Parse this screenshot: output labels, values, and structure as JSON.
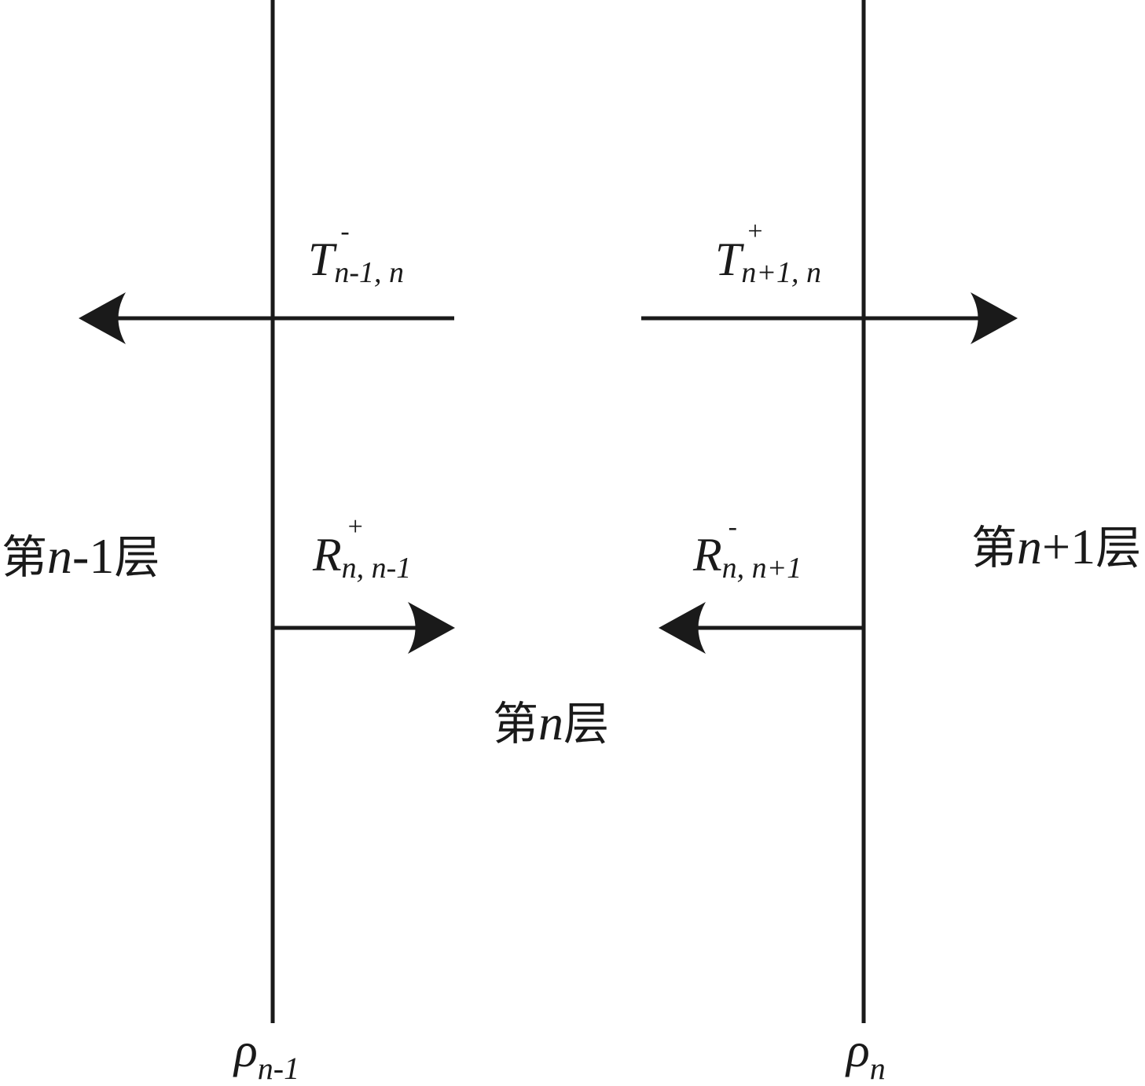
{
  "diagram": {
    "boundaries": {
      "left": {
        "symbol": "ρ",
        "subscript": "n-1"
      },
      "right": {
        "symbol": "ρ",
        "subscript": "n"
      }
    },
    "layers": {
      "left": {
        "prefix": "第",
        "var": "n",
        "suffix": "-1",
        "unit": "层"
      },
      "center": {
        "prefix": "第",
        "var": "n",
        "suffix": "",
        "unit": "层"
      },
      "right": {
        "prefix": "第",
        "var": "n",
        "suffix": "+1",
        "unit": "层"
      }
    },
    "coefficients": {
      "t_left": {
        "symbol": "T",
        "sup": "-",
        "sub": "n-1, n"
      },
      "t_right": {
        "symbol": "T",
        "sup": "+",
        "sub": "n+1, n"
      },
      "r_left": {
        "symbol": "R",
        "sup": "+",
        "sub": "n, n-1"
      },
      "r_right": {
        "symbol": "R",
        "sup": "-",
        "sub": "n, n+1"
      }
    }
  }
}
